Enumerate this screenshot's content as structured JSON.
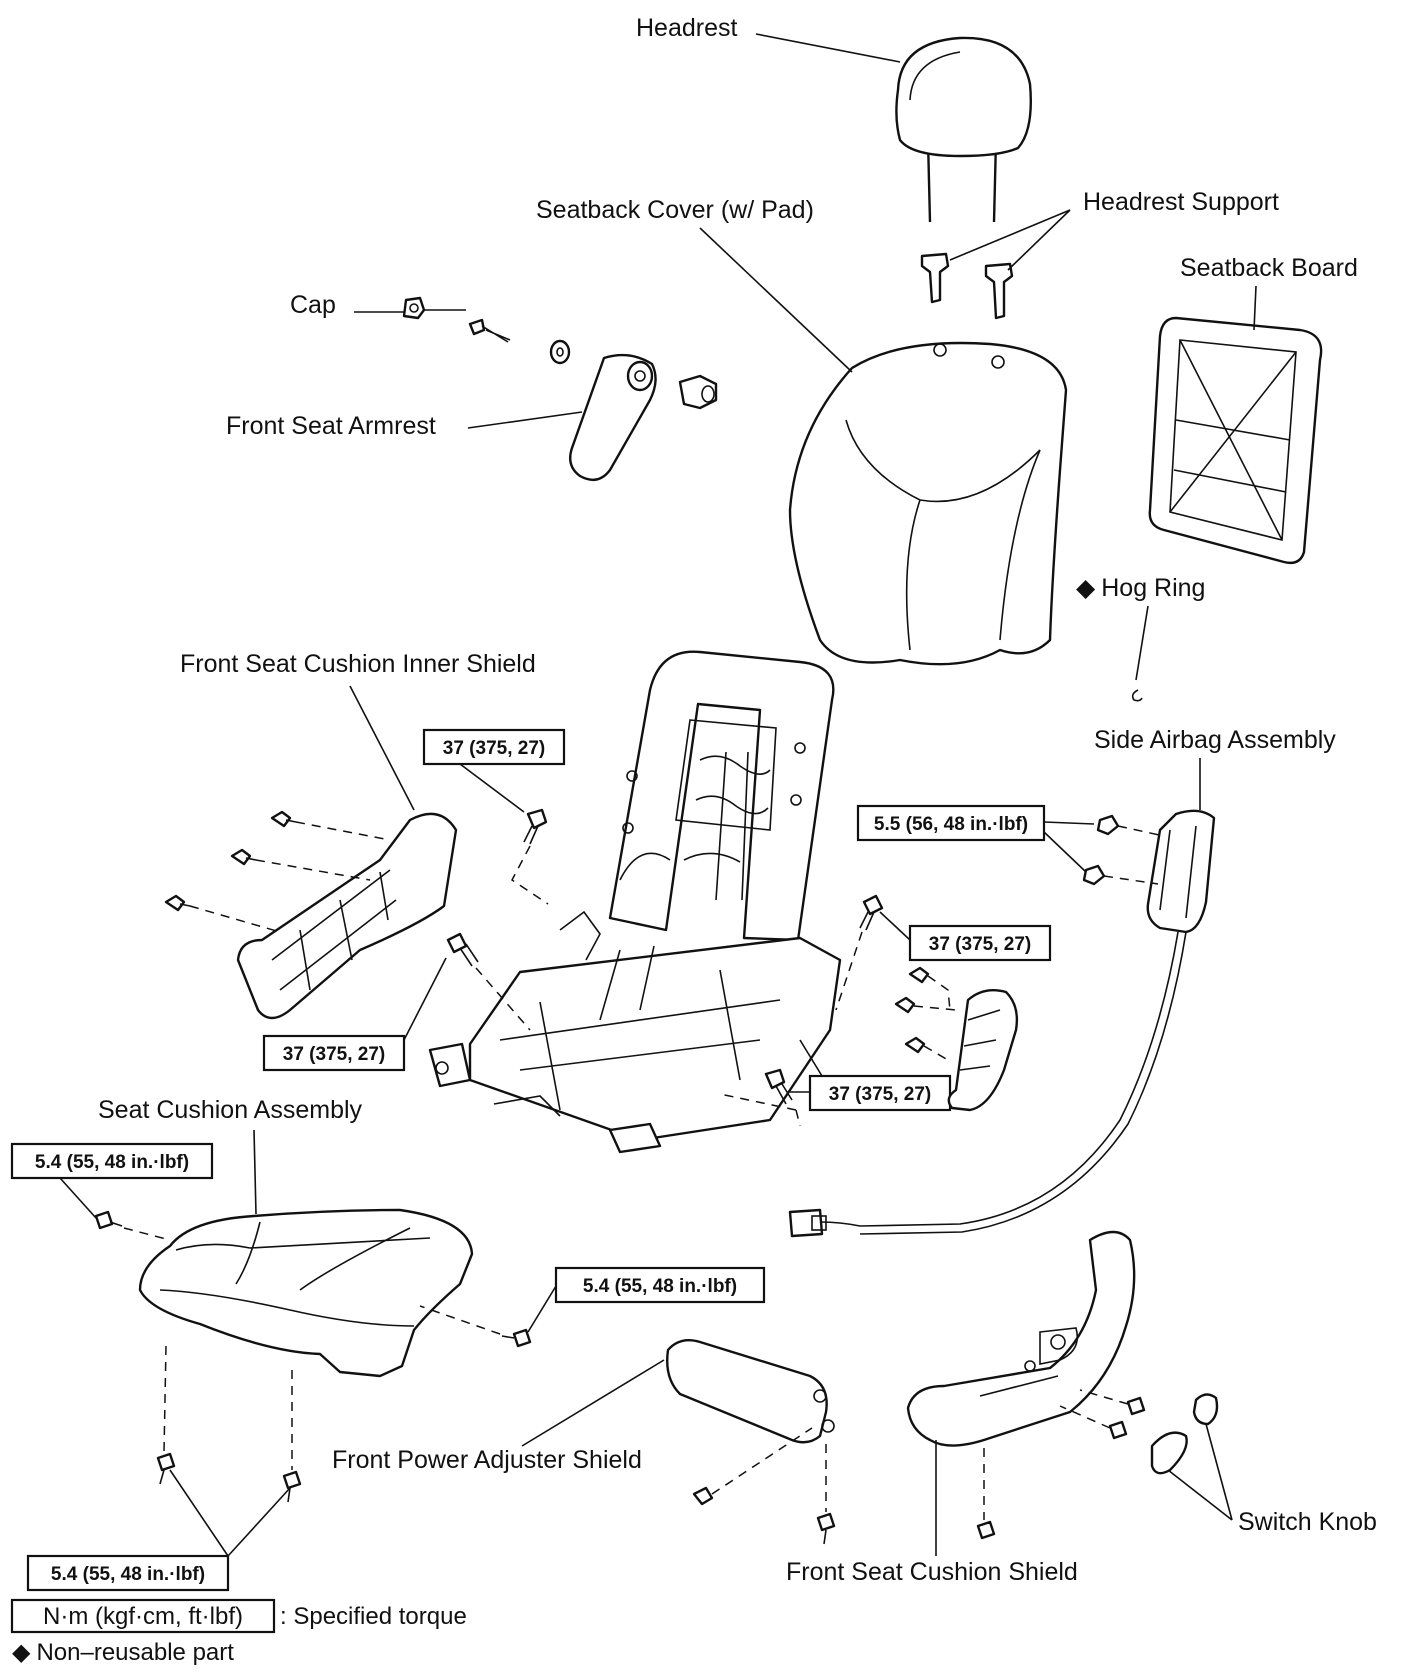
{
  "labels": {
    "headrest": "Headrest",
    "headrest_support": "Headrest Support",
    "seatback_cover": "Seatback Cover (w/ Pad)",
    "seatback_board": "Seatback Board",
    "cap": "Cap",
    "front_seat_armrest": "Front Seat Armrest",
    "hog_ring": "Hog Ring",
    "front_seat_cushion_inner_shield": "Front Seat Cushion Inner Shield",
    "side_airbag_assembly": "Side Airbag Assembly",
    "seat_cushion_assembly": "Seat Cushion Assembly",
    "front_power_adjuster_shield": "Front Power Adjuster Shield",
    "front_seat_cushion_shield": "Front Seat Cushion Shield",
    "switch_knob": "Switch Knob"
  },
  "torques": {
    "inner_shield_bolt": "37 (375, 27)",
    "frame_left_bolt": "37 (375, 27)",
    "frame_right_upper_bolt": "37 (375, 27)",
    "frame_right_lower_bolt": "37 (375, 27)",
    "airbag_nut": "5.5 (56, 48 in.·lbf)",
    "cushion_left_bolt": "5.4 (55, 48 in.·lbf)",
    "cushion_right_bolt": "5.4 (55, 48 in.·lbf)",
    "cushion_bottom_bolt": "5.4 (55, 48 in.·lbf)"
  },
  "legend": {
    "torque_unit": "N·m (kgf·cm, ft·lbf)",
    "torque_desc": ": Specified torque",
    "non_reusable_symbol": "◆",
    "non_reusable": "Non–reusable part"
  }
}
